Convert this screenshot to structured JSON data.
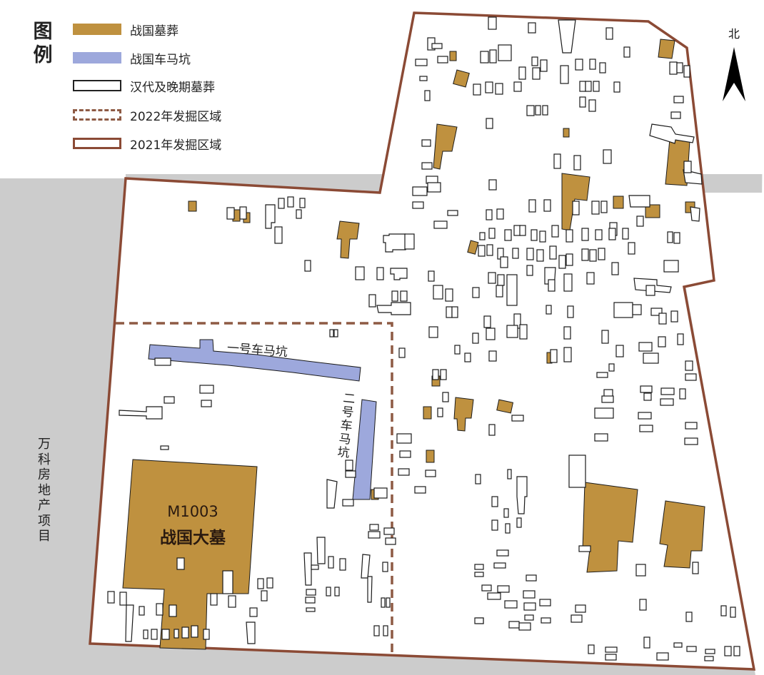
{
  "legend": {
    "title_chars": [
      "图",
      "例"
    ],
    "items": [
      {
        "label": "战国墓葬",
        "type": "warring-states-tomb",
        "color": "#BF913F"
      },
      {
        "label": "战国车马坑",
        "type": "chariot-pit",
        "color": "#9DA8DC"
      },
      {
        "label": "汉代及晚期墓葬",
        "type": "han-later-tomb",
        "color": "#FFFFFF"
      },
      {
        "label": "2022年发掘区域",
        "type": "excavation-2022",
        "color": "#8E5A44"
      },
      {
        "label": "2021年发掘区域",
        "type": "excavation-2021",
        "color": "#8B4A35"
      }
    ]
  },
  "compass": {
    "label": "北"
  },
  "side_label_chars": [
    "万",
    "科",
    "房",
    "地",
    "产",
    "项",
    "目"
  ],
  "labels": {
    "pit1": "一号车马坑",
    "pit2_chars": [
      "二",
      "号",
      "车",
      "马",
      "坑"
    ],
    "main_tomb_id": "M1003",
    "main_tomb_name": "战国大墓"
  },
  "colors": {
    "outside": "#CCCCCC",
    "boundary_2021": "#8B4A35",
    "boundary_2022": "#8E5A44",
    "warring_tomb": "#BF913F",
    "chariot_pit": "#9DA8DC",
    "outline": "#1A1A1A"
  }
}
